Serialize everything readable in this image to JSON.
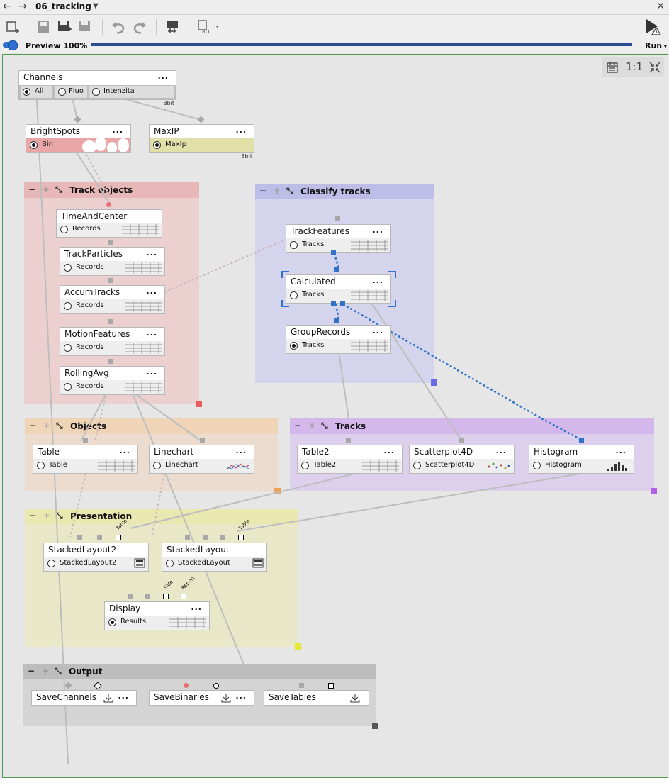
{
  "window": {
    "title": "06_tracking"
  },
  "preview": {
    "label": "Preview 100%",
    "run_label": "Run"
  },
  "view_controls": {
    "fit_label": "1:1"
  },
  "groups": {
    "track_objects": {
      "title": "Track objects",
      "color": "#ecd0d0",
      "head": "#e8b8b8"
    },
    "classify_tracks": {
      "title": "Classify tracks",
      "color": "#d4d4ec",
      "head": "#bdbde8"
    },
    "objects": {
      "title": "Objects",
      "color": "#ecdcd0",
      "head": "#f0d4b8"
    },
    "tracks": {
      "title": "Tracks",
      "color": "#dcd0ec",
      "head": "#d4b8ec"
    },
    "presentation": {
      "title": "Presentation",
      "color": "#e8e8c8",
      "head": "#e8e8b0"
    },
    "output": {
      "title": "Output",
      "color": "#d4d4d4",
      "head": "#bdbdbd"
    }
  },
  "nodes": {
    "channels": {
      "title": "Channels",
      "options": [
        "All",
        "Fluo",
        "Intenzita"
      ],
      "badge": "8bit"
    },
    "brightspots": {
      "title": "BrightSpots",
      "row": "Bin"
    },
    "maxip": {
      "title": "MaxIP",
      "row": "MaxIp",
      "badge": "8bit"
    },
    "timeandcenter": {
      "title": "TimeAndCenter",
      "row": "Records"
    },
    "trackparticles": {
      "title": "TrackParticles",
      "row": "Records"
    },
    "accumtracks": {
      "title": "AccumTracks",
      "row": "Records"
    },
    "motionfeatures": {
      "title": "MotionFeatures",
      "row": "Records"
    },
    "rollingavg": {
      "title": "RollingAvg",
      "row": "Records"
    },
    "trackfeatures": {
      "title": "TrackFeatures",
      "row": "Tracks"
    },
    "calculated": {
      "title": "Calculated",
      "row": "Tracks"
    },
    "grouprecords": {
      "title": "GroupRecords",
      "row": "Tracks"
    },
    "table": {
      "title": "Table",
      "row": "Table"
    },
    "linechart": {
      "title": "Linechart",
      "row": "Linechart"
    },
    "table2": {
      "title": "Table2",
      "row": "Table2"
    },
    "scatterplot4d": {
      "title": "Scatterplot4D",
      "row": "Scatterplot4D"
    },
    "histogram": {
      "title": "Histogram",
      "row": "Histogram"
    },
    "stackedlayout2": {
      "title": "StackedLayout2",
      "row": "StackedLayout2"
    },
    "stackedlayout": {
      "title": "StackedLayout",
      "row": "StackedLayout"
    },
    "display": {
      "title": "Display",
      "row": "Results"
    },
    "savechannels": {
      "title": "SaveChannels"
    },
    "savebinaries": {
      "title": "SaveBinaries"
    },
    "savetables": {
      "title": "SaveTables"
    }
  },
  "port_labels": {
    "table": "Table",
    "side": "Side",
    "report": "Report"
  },
  "dots": "..."
}
